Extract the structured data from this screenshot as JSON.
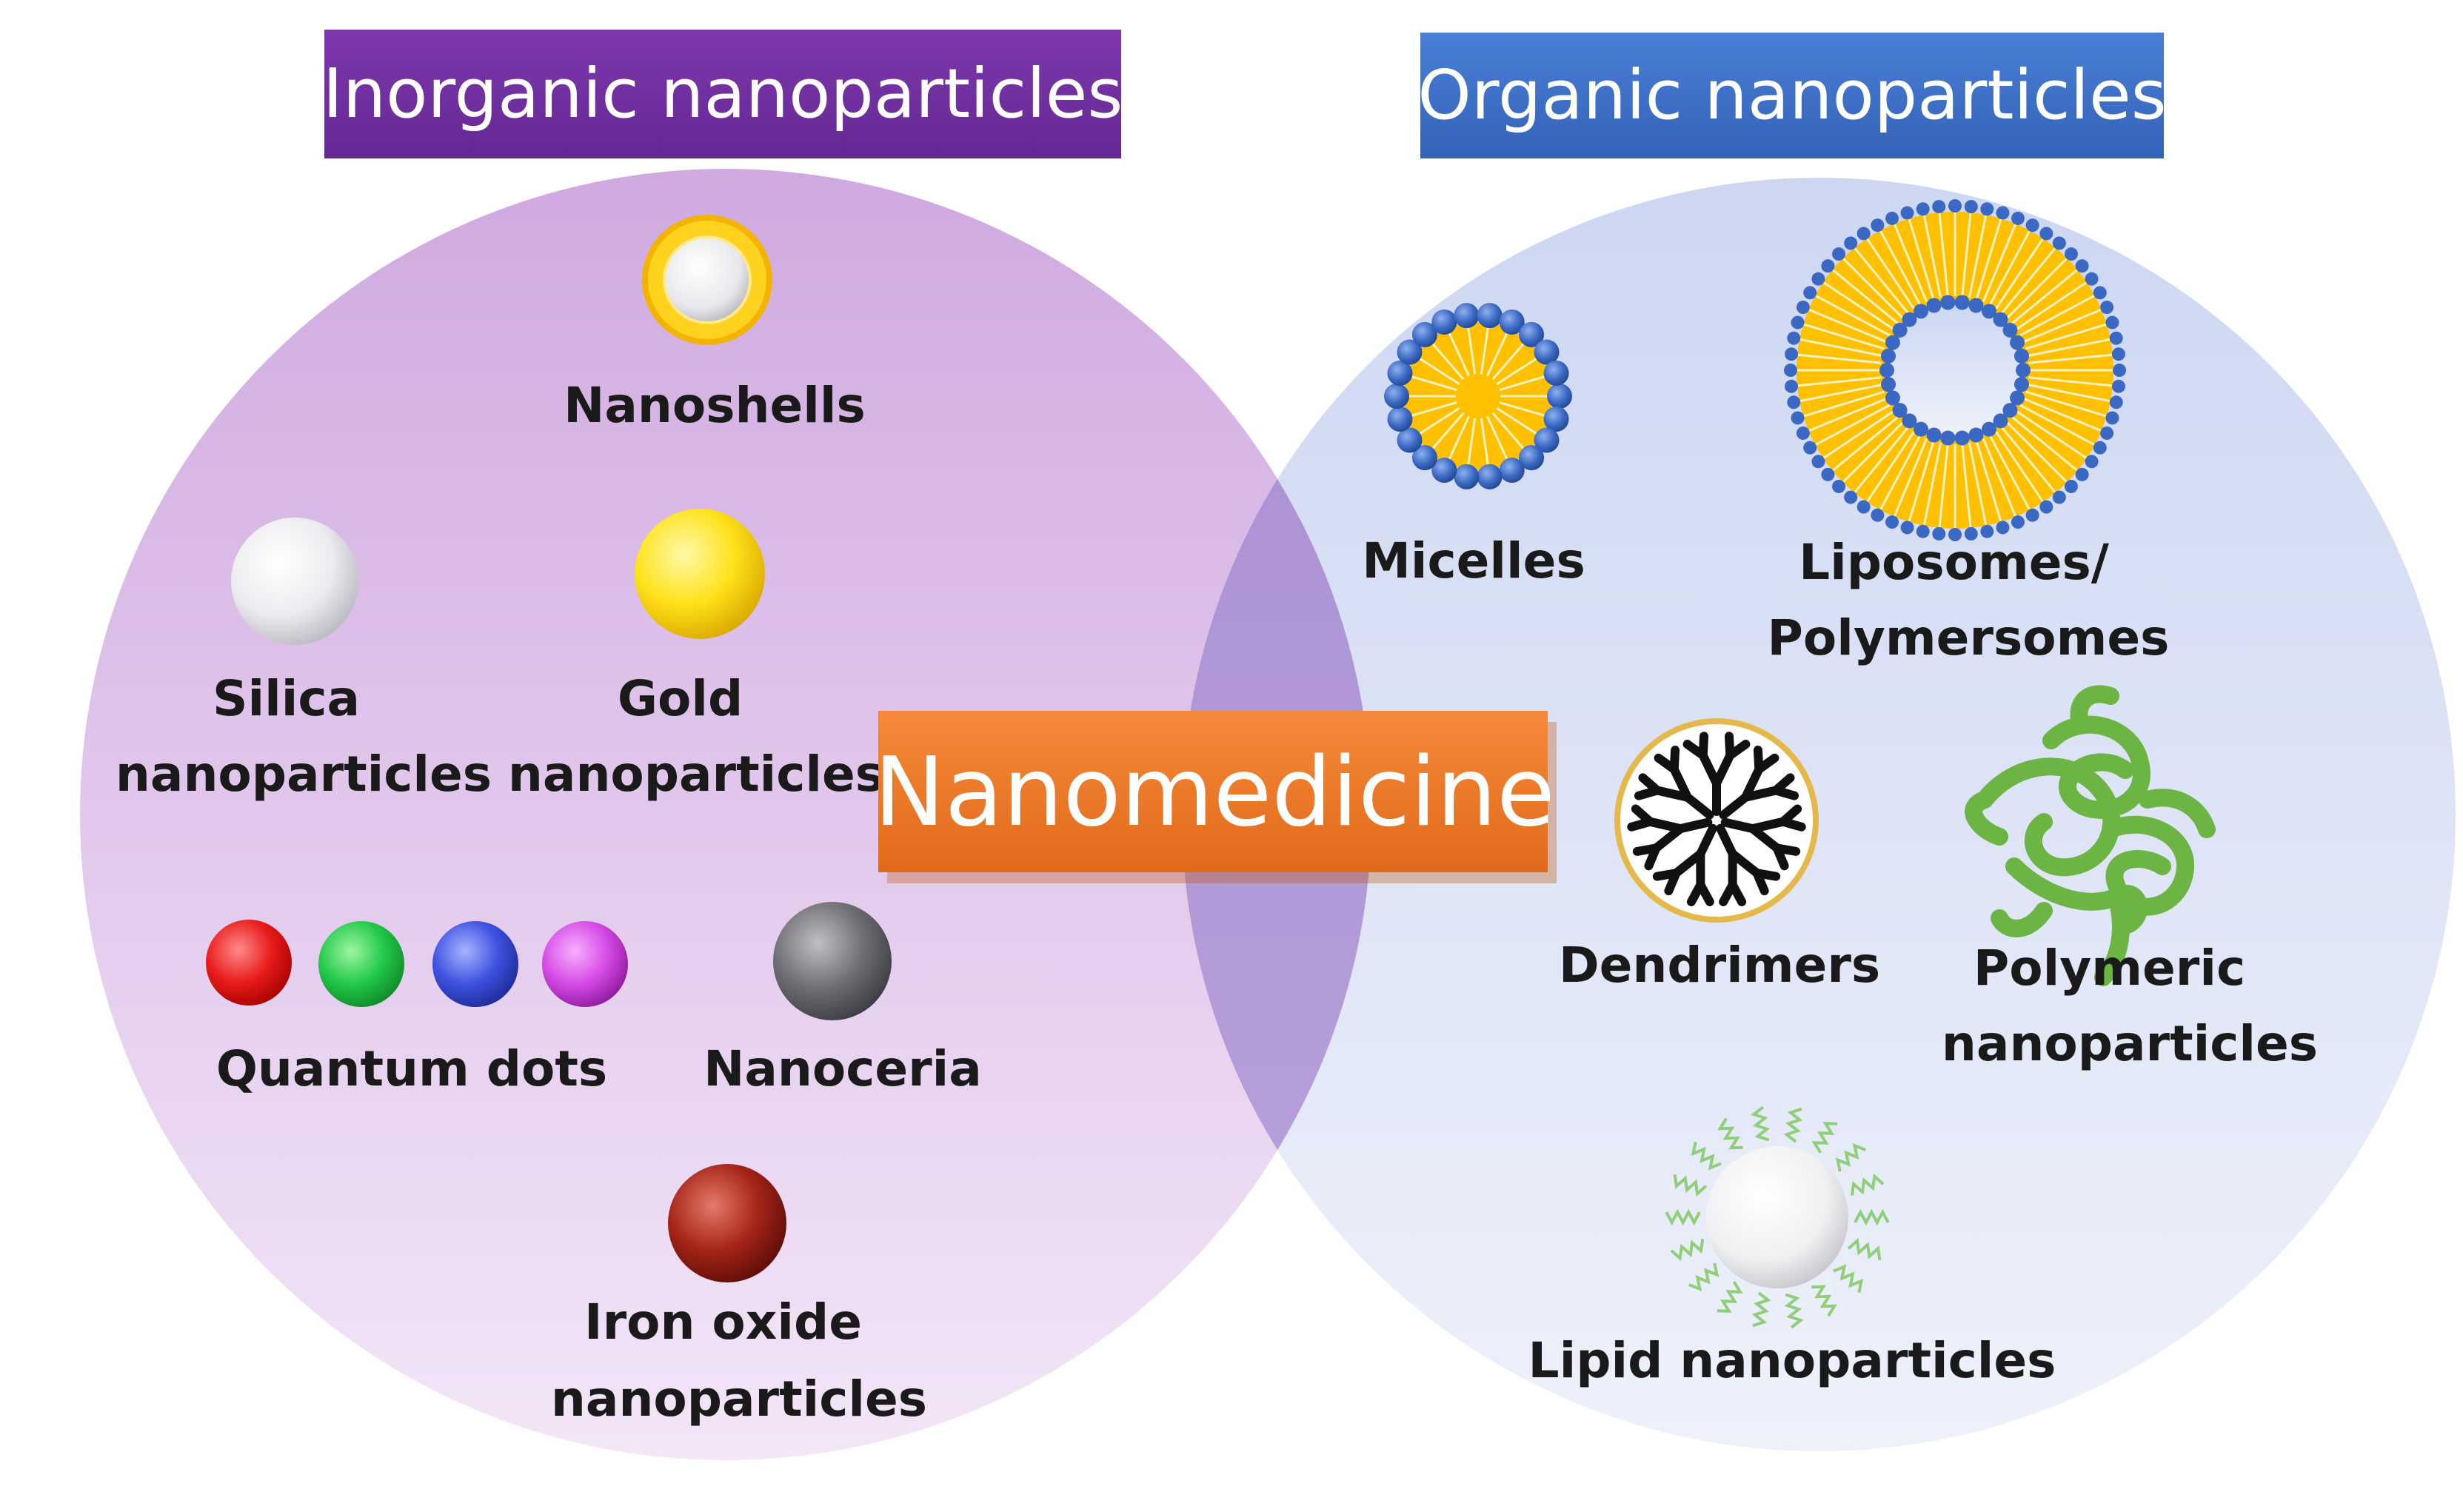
{
  "diagram": {
    "inorganic": {
      "banner": "Inorganic nanoparticles",
      "items": {
        "nanoshells": "Nanoshells",
        "silica": [
          "Silica",
          "nanoparticles"
        ],
        "gold": [
          "Gold",
          "nanoparticles"
        ],
        "quantum_dots": "Quantum dots",
        "nanoceria": "Nanoceria",
        "iron_oxide": [
          "Iron oxide",
          "nanoparticles"
        ]
      }
    },
    "organic": {
      "banner": "Organic nanoparticles",
      "items": {
        "micelles": "Micelles",
        "liposomes": [
          "Liposomes/",
          "Polymersomes"
        ],
        "dendrimers": "Dendrimers",
        "polymeric": [
          "Polymeric",
          "nanoparticles"
        ],
        "lipid": "Lipid nanoparticles"
      }
    },
    "center": "Nanomedicine",
    "colors": {
      "inorganic_circle": "#d8b8e6",
      "organic_circle": "#d6def4",
      "overlap": "#a98fd0",
      "inorganic_banner": "#7030a0",
      "organic_banner": "#3d6fc7",
      "center_box": "#ed7d31",
      "gold": "#ffc000",
      "micelle_head": "#3a68c2",
      "polymer_green": "#6cb544"
    }
  }
}
